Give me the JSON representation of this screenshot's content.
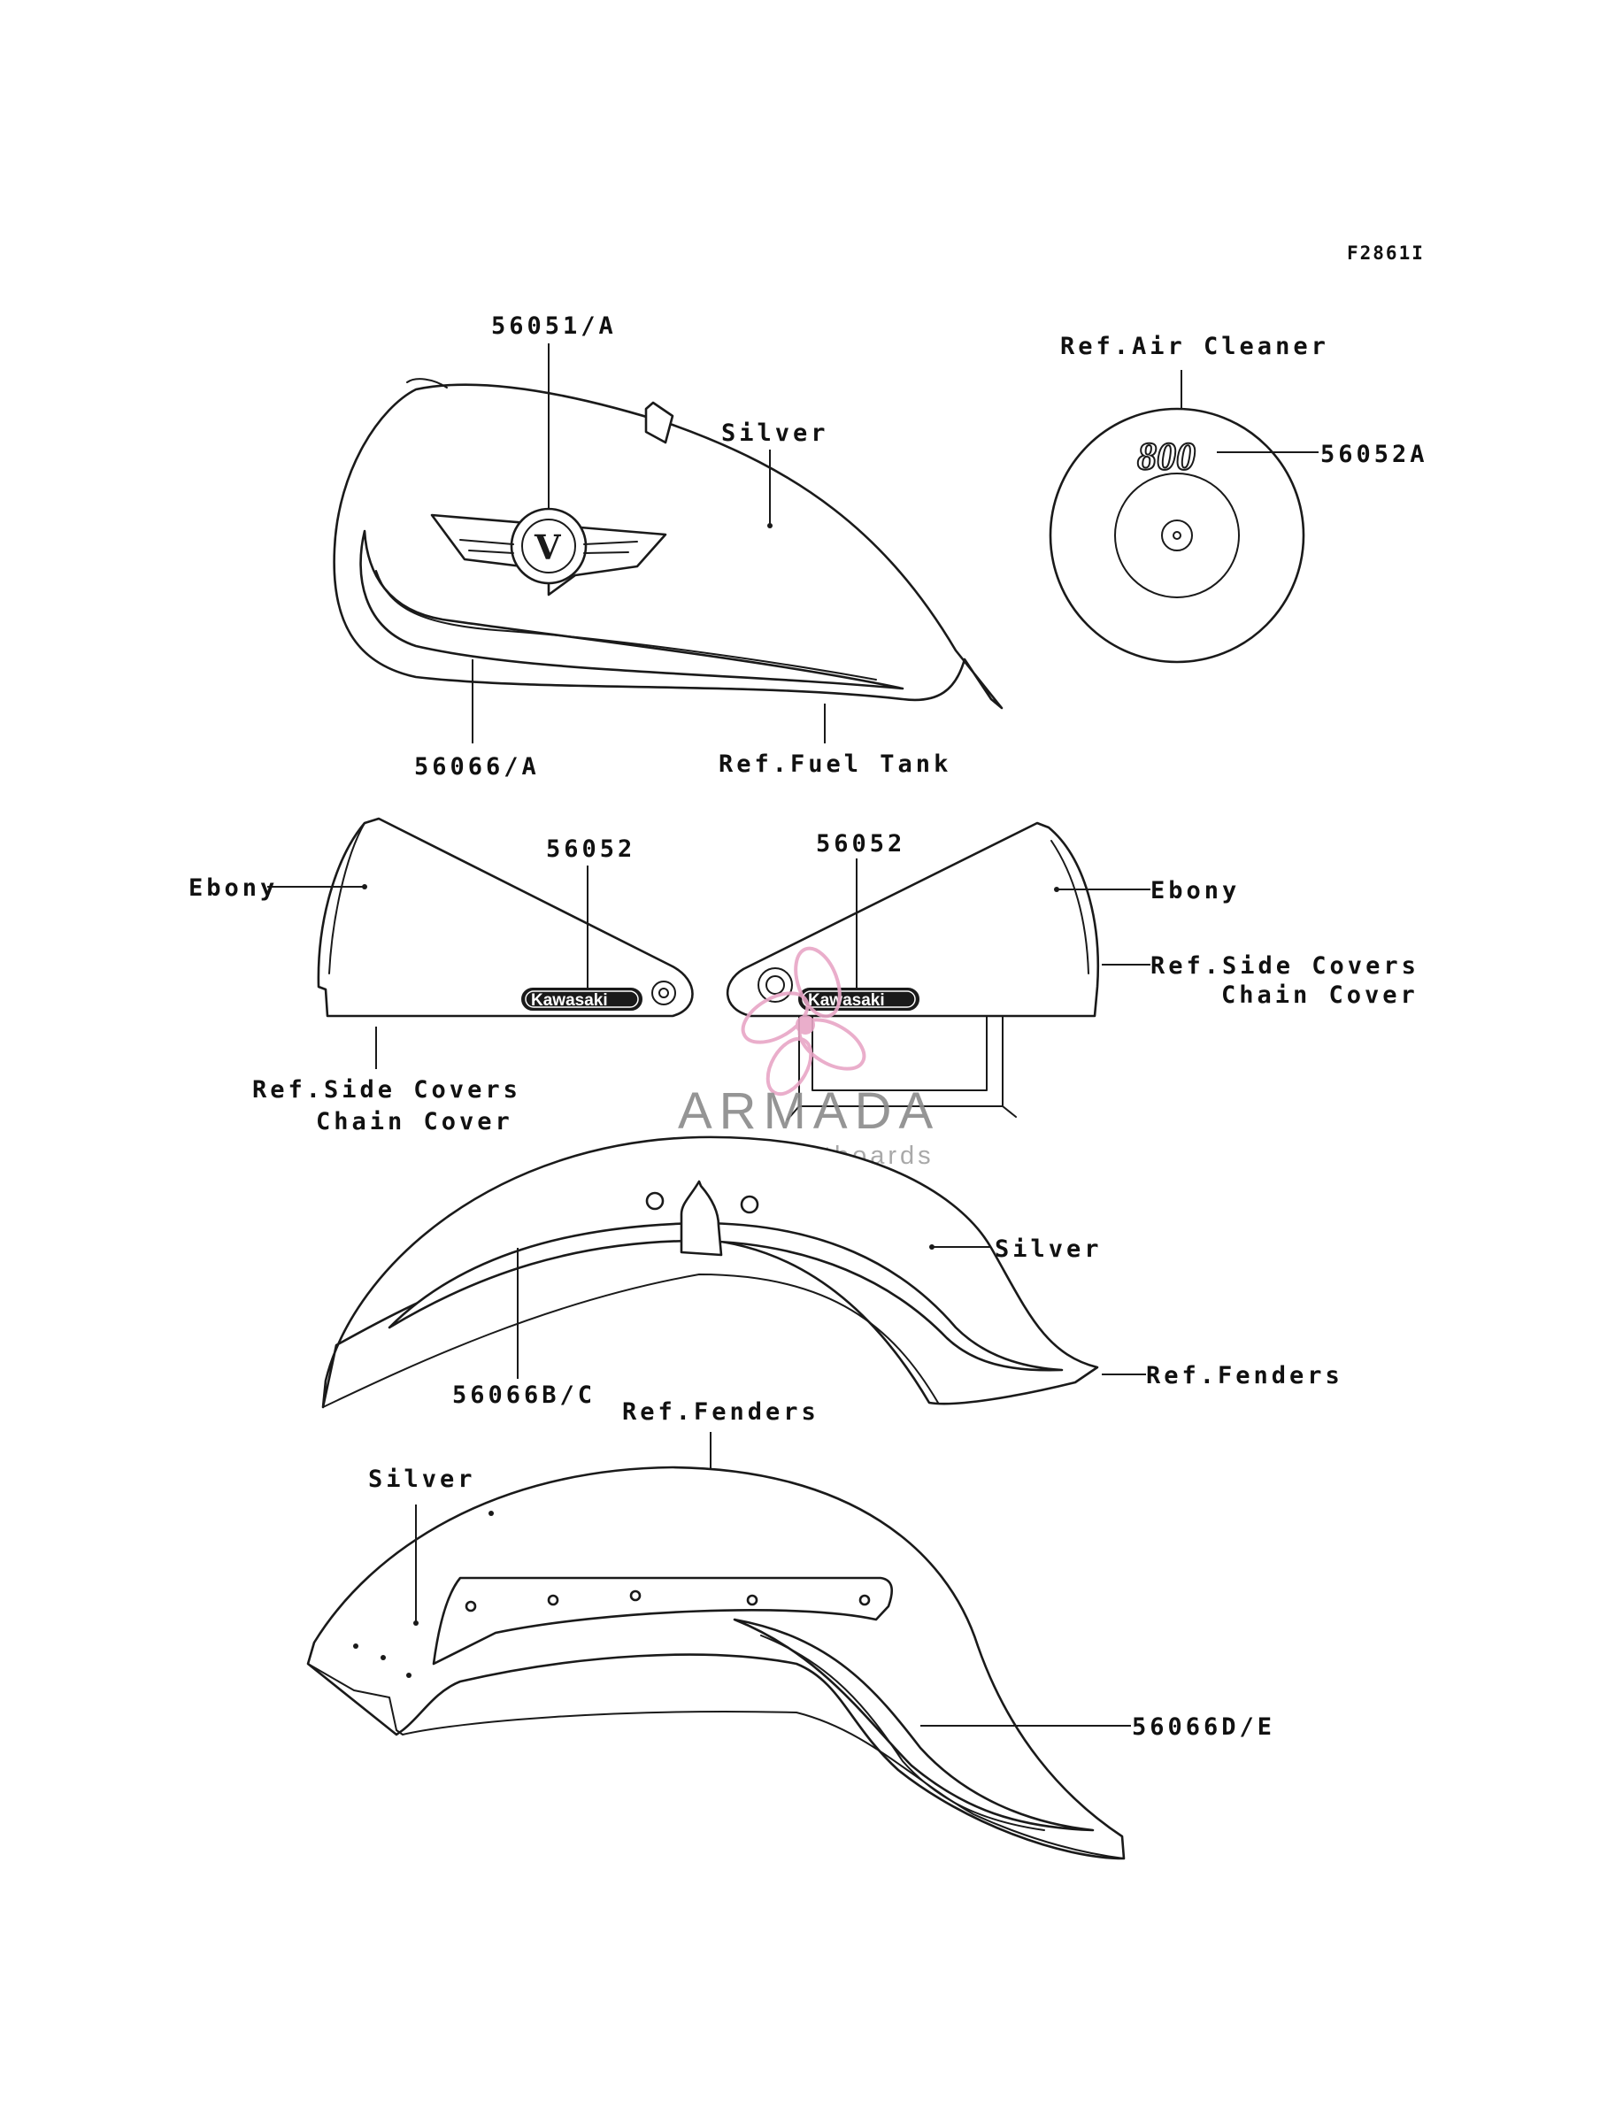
{
  "figure_code": "F2861I",
  "fuel_tank": {
    "part_emblem": "56051/A",
    "part_stripe": "56066/A",
    "color_label": "Silver",
    "ref_label": "Ref.Fuel Tank",
    "emblem_letter": "V"
  },
  "air_cleaner": {
    "ref_label": "Ref.Air Cleaner",
    "part_label": "56052A",
    "mark_text": "800"
  },
  "side_cover_left": {
    "part_label": "56052",
    "color_label": "Ebony",
    "ref_line1": "Ref.Side Covers",
    "ref_line2": "Chain Cover",
    "badge_text": "Kawasaki"
  },
  "side_cover_right": {
    "part_label": "56052",
    "color_label": "Ebony",
    "ref_line1": "Ref.Side Covers",
    "ref_line2": "Chain Cover",
    "badge_text": "Kawasaki"
  },
  "front_fender": {
    "part_label": "56066B/C",
    "color_label": "Silver",
    "ref_label": "Ref.Fenders"
  },
  "rear_fender": {
    "part_label": "56066D/E",
    "color_label": "Silver",
    "ref_label": "Ref.Fenders"
  },
  "watermark": {
    "brand": "ARMADA",
    "tagline": "marine outboards",
    "color_pink": "#e8a6c6",
    "color_gray": "#8a8a8a"
  }
}
